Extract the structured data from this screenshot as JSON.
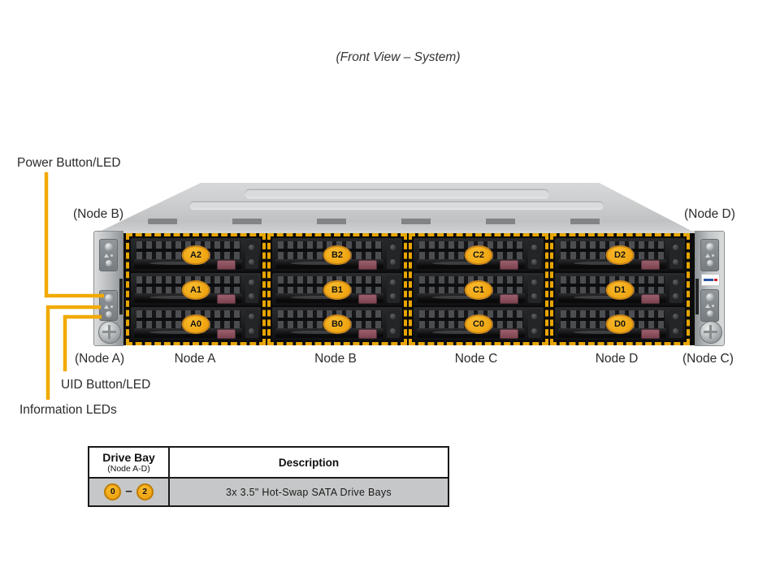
{
  "title": "(Front View – System)",
  "accent_yellow": "#F2A900",
  "bay_label_fill": "#EFA410",
  "callouts": {
    "power": "Power Button/LED",
    "uid": "UID Button/LED",
    "info": "Information LEDs",
    "corner_top_left": "(Node B)",
    "corner_top_right": "(Node D)",
    "corner_bottom_left": "(Node A)",
    "corner_bottom_right": "(Node C)"
  },
  "nodes": [
    {
      "label": "Node A",
      "bays": [
        "A2",
        "A1",
        "A0"
      ]
    },
    {
      "label": "Node B",
      "bays": [
        "B2",
        "B1",
        "B0"
      ]
    },
    {
      "label": "Node C",
      "bays": [
        "C2",
        "C1",
        "C0"
      ]
    },
    {
      "label": "Node D",
      "bays": [
        "D2",
        "D1",
        "D0"
      ]
    }
  ],
  "table": {
    "col1_header": "Drive Bay",
    "col1_subheader": "(Node A-D)",
    "col2_header": "Description",
    "row": {
      "bay_start": "0",
      "bay_end": "2",
      "dash": "–",
      "description": "3x 3.5\" Hot-Swap  SATA Drive  Bays"
    }
  }
}
